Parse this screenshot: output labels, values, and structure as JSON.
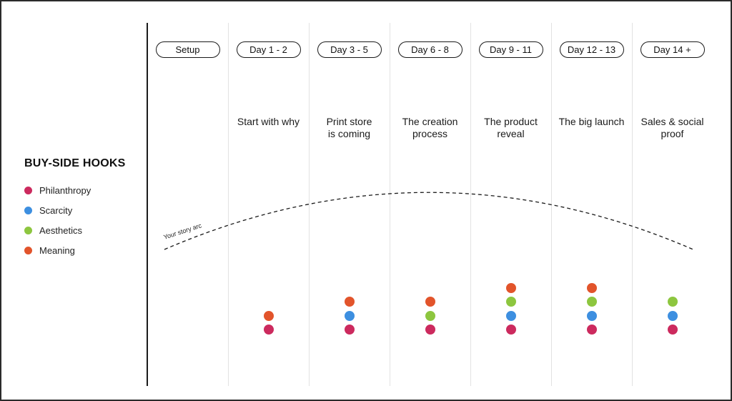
{
  "legend": {
    "title": "BUY-SIDE HOOKS",
    "items": [
      {
        "key": "philanthropy",
        "label": "Philanthropy",
        "color": "#cc2a5e"
      },
      {
        "key": "scarcity",
        "label": "Scarcity",
        "color": "#3d8fe0"
      },
      {
        "key": "aesthetics",
        "label": "Aesthetics",
        "color": "#8dc63f"
      },
      {
        "key": "meaning",
        "label": "Meaning",
        "color": "#e2542b"
      }
    ]
  },
  "arc": {
    "label": "Your story arc"
  },
  "columns": [
    {
      "stage": "Setup",
      "title": "",
      "hooks": []
    },
    {
      "stage": "Day 1 - 2",
      "title": "Start with why",
      "hooks": [
        "philanthropy",
        "meaning"
      ]
    },
    {
      "stage": "Day 3 - 5",
      "title": "Print store\nis coming",
      "hooks": [
        "philanthropy",
        "scarcity",
        "meaning"
      ]
    },
    {
      "stage": "Day 6 - 8",
      "title": "The creation\nprocess",
      "hooks": [
        "philanthropy",
        "aesthetics",
        "meaning"
      ]
    },
    {
      "stage": "Day 9 - 11",
      "title": "The product\nreveal",
      "hooks": [
        "philanthropy",
        "scarcity",
        "aesthetics",
        "meaning"
      ]
    },
    {
      "stage": "Day 12 - 13",
      "title": "The big launch",
      "hooks": [
        "philanthropy",
        "scarcity",
        "aesthetics",
        "meaning"
      ]
    },
    {
      "stage": "Day 14 +",
      "title": "Sales & social\nproof",
      "hooks": [
        "philanthropy",
        "scarcity",
        "aesthetics"
      ]
    }
  ]
}
